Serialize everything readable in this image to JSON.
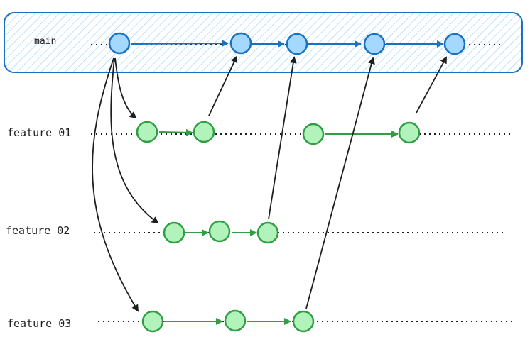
{
  "diagram": {
    "title": "Git branching model",
    "colors": {
      "main_stroke": "#1971c2",
      "main_fill": "#a5d8ff",
      "feature_stroke": "#2f9e44",
      "feature_fill": "#b2f2bb",
      "arrow": "#1e1e1e",
      "band_hatch": "#a5d8ff"
    },
    "branches": [
      {
        "id": "main",
        "label": "main",
        "commits": 5
      },
      {
        "id": "feature01",
        "label": "feature 01",
        "commits": 4
      },
      {
        "id": "feature02",
        "label": "feature 02",
        "commits": 3
      },
      {
        "id": "feature03",
        "label": "feature 03",
        "commits": 3
      }
    ],
    "branch_from": [
      {
        "from": "main.0",
        "to": "feature01.0"
      },
      {
        "from": "main.0",
        "to": "feature02.0"
      },
      {
        "from": "main.0",
        "to": "feature03.0"
      }
    ],
    "merges": [
      {
        "from": "feature01.1",
        "to": "main.1"
      },
      {
        "from": "feature02.2",
        "to": "main.2"
      },
      {
        "from": "feature03.2",
        "to": "main.3"
      },
      {
        "from": "feature01.3",
        "to": "main.4"
      }
    ]
  }
}
